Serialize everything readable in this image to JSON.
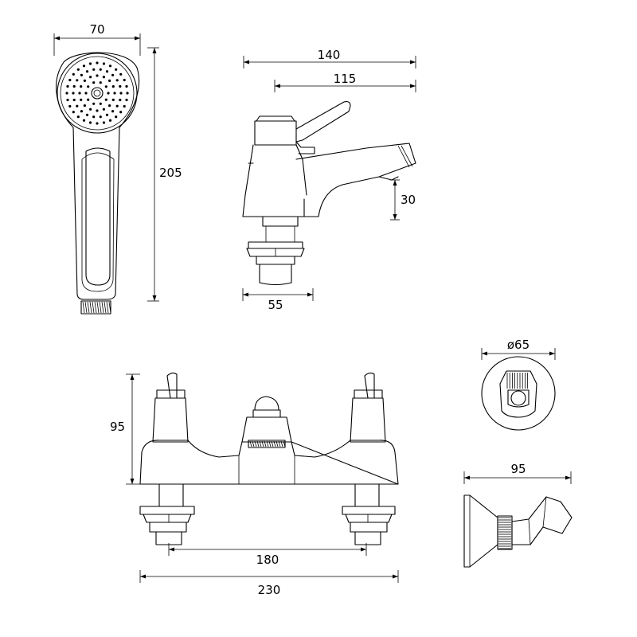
{
  "dimensions": {
    "handset_width": "70",
    "handset_height": "205",
    "tap_length": "140",
    "tap_spout_reach": "115",
    "tap_spout_height": "30",
    "tap_base_width": "55",
    "mixer_height": "95",
    "mixer_centres": "180",
    "mixer_width": "230",
    "wall_bracket_diameter": "ø65",
    "wall_bracket_projection": "95"
  },
  "colors": {
    "line": "#000000",
    "background": "#ffffff"
  }
}
